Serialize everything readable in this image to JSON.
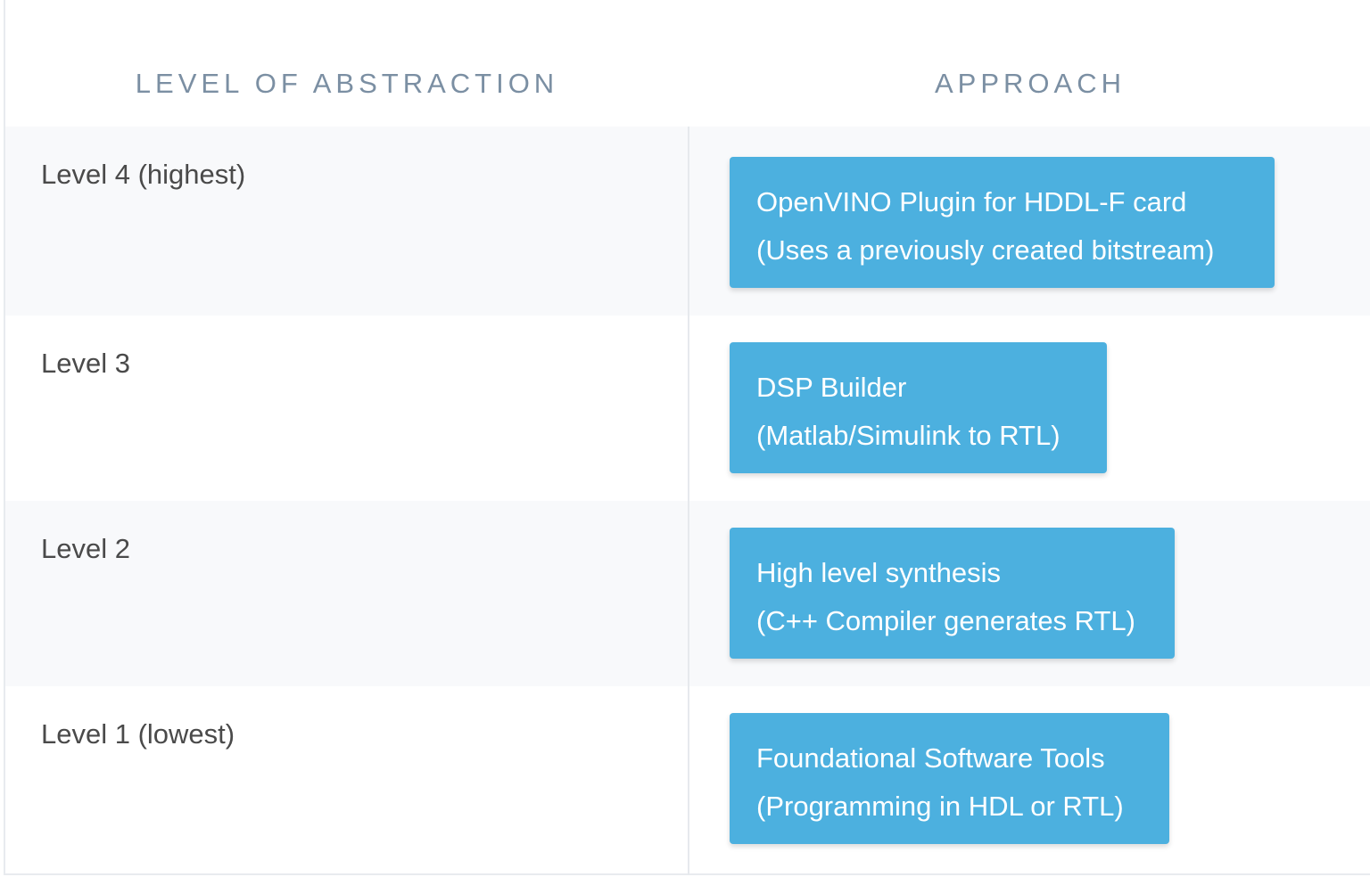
{
  "header": {
    "level_col": "LEVEL OF ABSTRACTION",
    "approach_col": "APPROACH"
  },
  "rows": [
    {
      "level": "Level 4 (highest)",
      "approach_title": "OpenVINO Plugin for HDDL-F card",
      "approach_detail": "(Uses a previously created bitstream)"
    },
    {
      "level": "Level 3",
      "approach_title": "DSP Builder",
      "approach_detail": "(Matlab/Simulink to RTL)"
    },
    {
      "level": "Level 2",
      "approach_title": "High level synthesis",
      "approach_detail": "(C++ Compiler generates RTL)"
    },
    {
      "level": "Level 1 (lowest)",
      "approach_title": "Foundational Software Tools",
      "approach_detail": "(Programming in HDL or RTL)"
    }
  ],
  "colors": {
    "header_text": "#7b8fa3",
    "box_bg": "#4cb0df",
    "row_shaded": "#f8f9fb"
  }
}
